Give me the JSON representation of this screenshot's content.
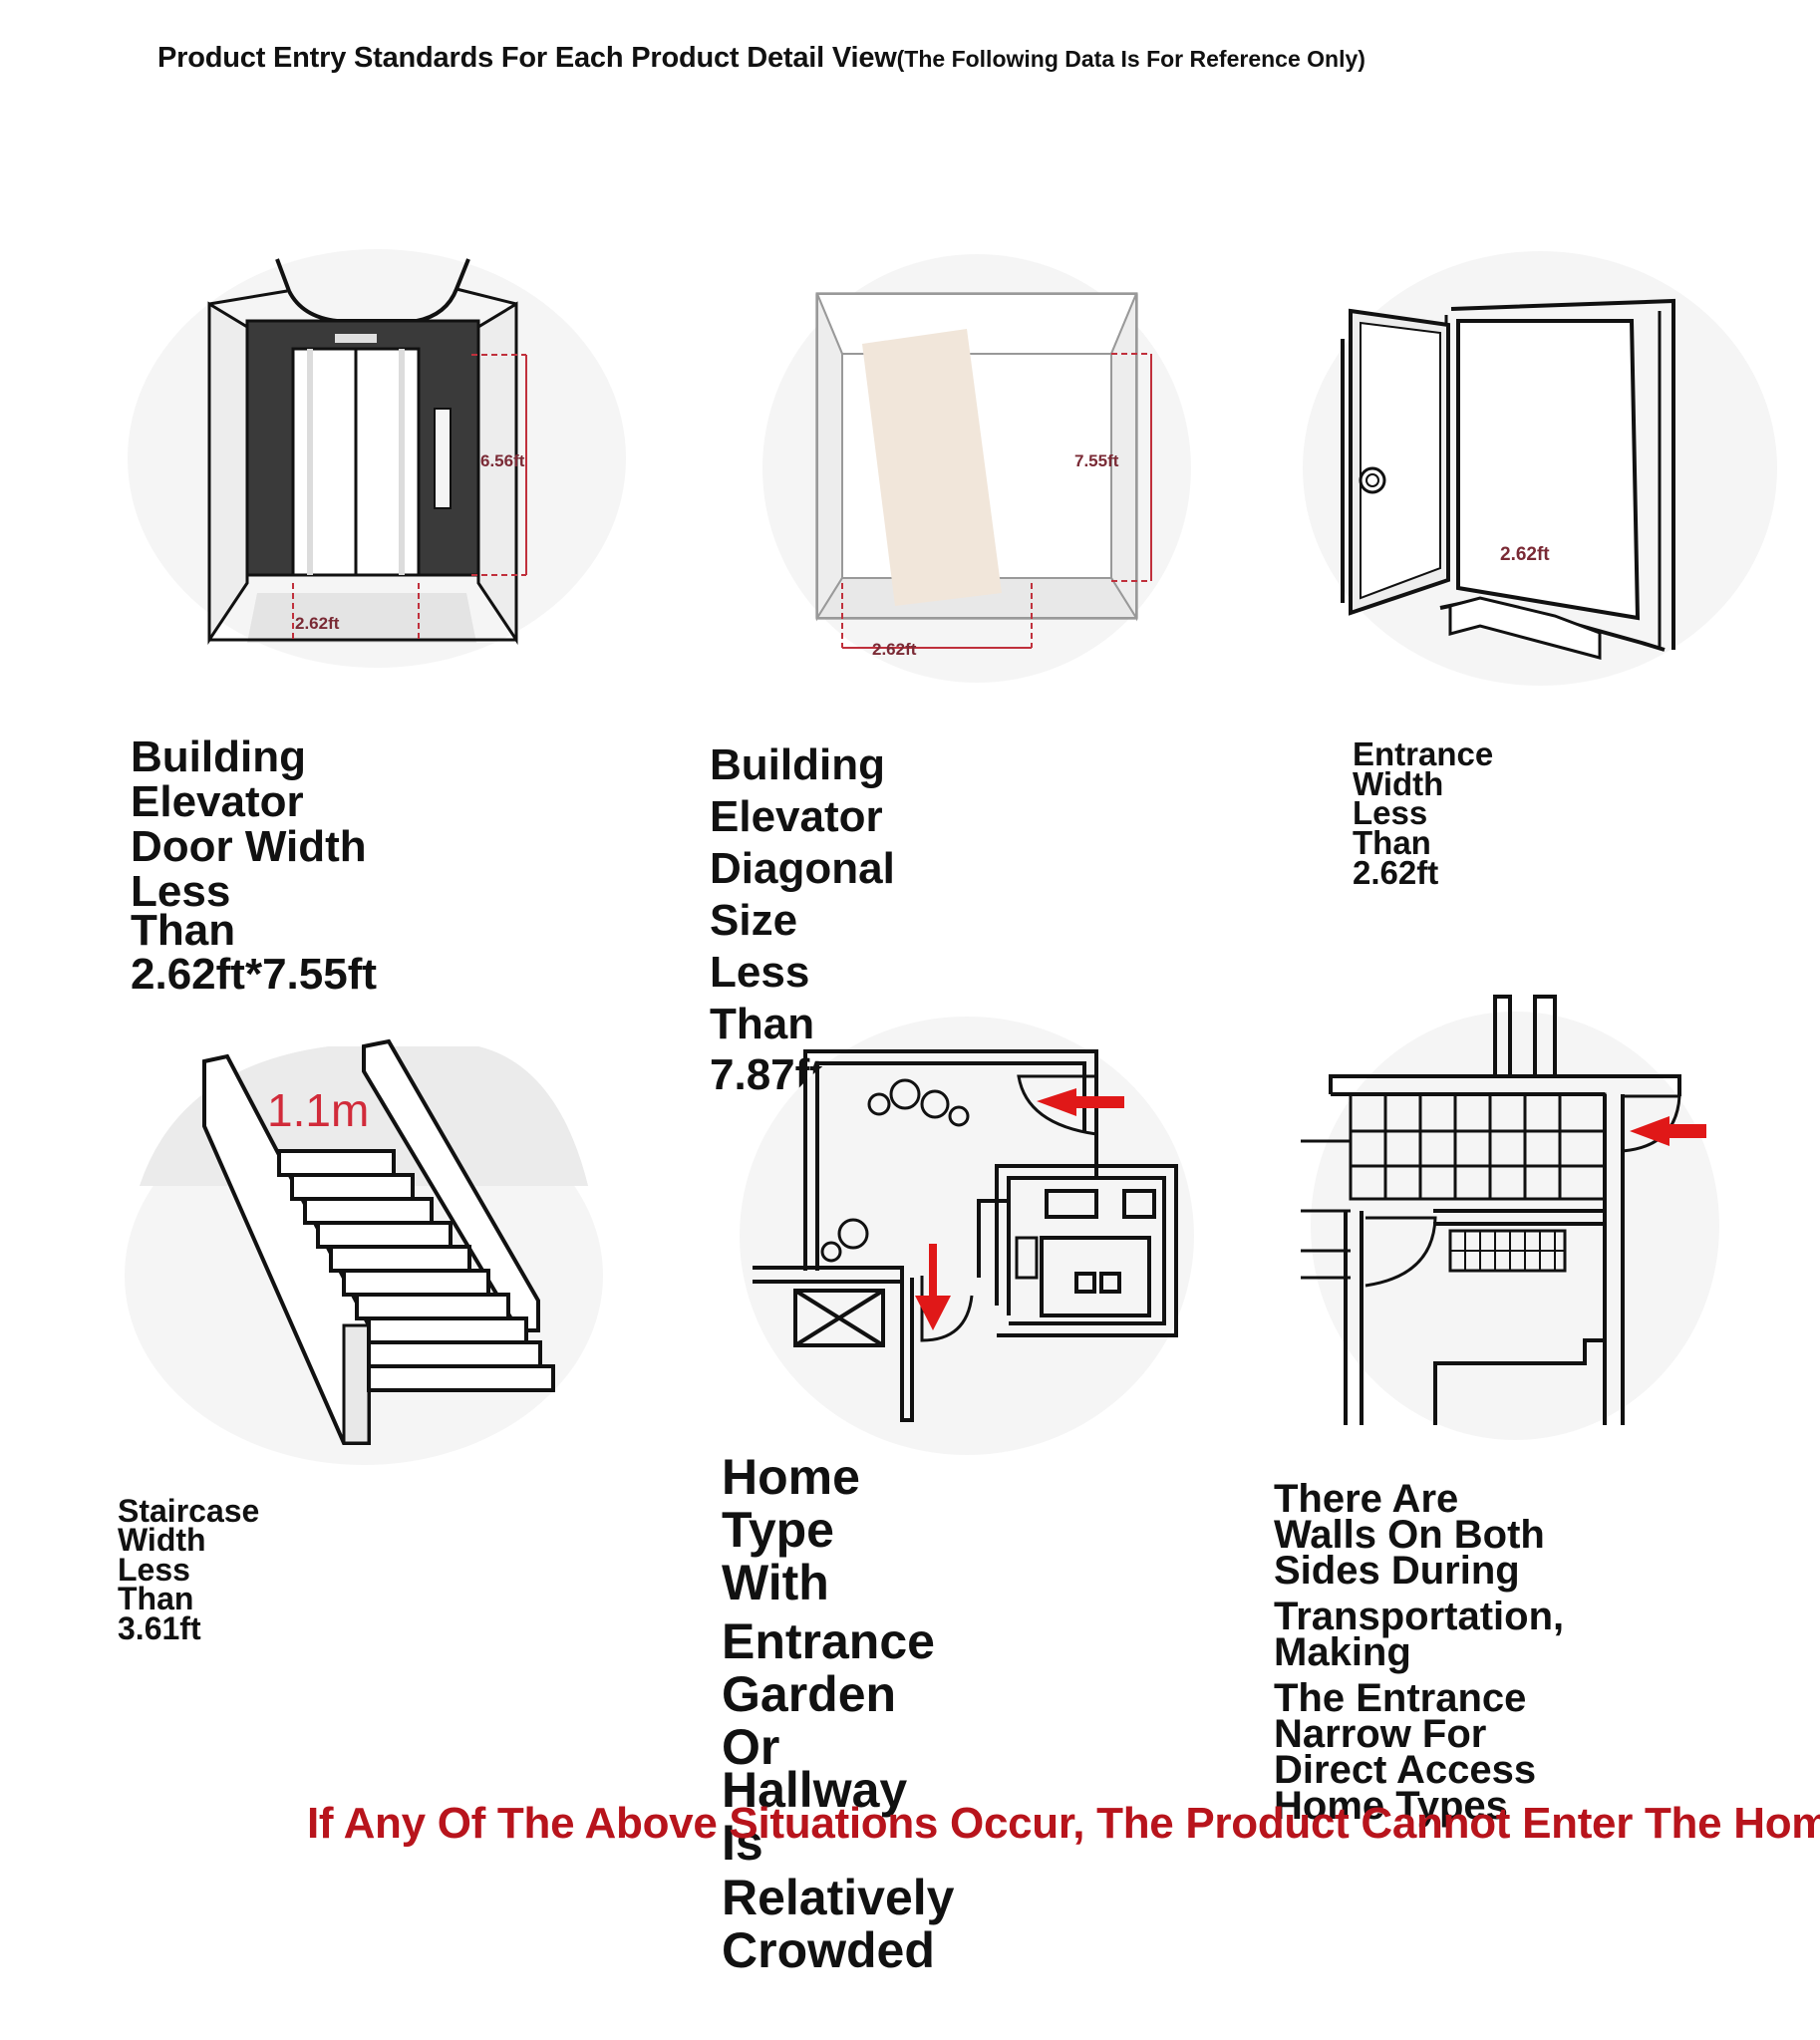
{
  "header": {
    "title": "Product Entry Standards For Each Product Detail View",
    "subtitle": "(The Following Data Is For Reference Only)"
  },
  "cards": [
    {
      "caption_lines": [
        "Building Elevator",
        "Door Width Less",
        "Than 2.62ft*7.55ft"
      ],
      "dims": [
        "6.56ft",
        "2.62ft"
      ]
    },
    {
      "caption_lines": [
        "Building Elevator",
        "Diagonal Size Less",
        "Than 7.87ft"
      ],
      "dims": [
        "7.55ft",
        "2.62ft"
      ]
    },
    {
      "caption_lines": [
        "Entrance Width Less Than",
        "2.62ft"
      ],
      "dims": [
        "2.62ft"
      ]
    },
    {
      "caption_lines": [
        "Staircase Width Less Than",
        "3.61ft"
      ],
      "dims": [
        "1.1m"
      ]
    },
    {
      "caption_lines": [
        "Home Type With",
        "Entrance Garden Or",
        "Hallway Is",
        "Relatively Crowded"
      ],
      "dims": []
    },
    {
      "caption_lines": [
        "There Are Walls On Both",
        "Sides During",
        "Transportation, Making",
        "The Entrance Narrow For",
        "Direct Access Home Types"
      ],
      "dims": []
    }
  ],
  "footer": {
    "warning": "If Any Of The Above Situations Occur, The Product Cannot Enter The Home"
  },
  "colors": {
    "warning_red": "#b8141c",
    "dimension_red": "#c0303c",
    "arrow_red": "#e01818",
    "panel_beige": "#f1e6da",
    "elevator_dark": "#3a3a3a"
  }
}
